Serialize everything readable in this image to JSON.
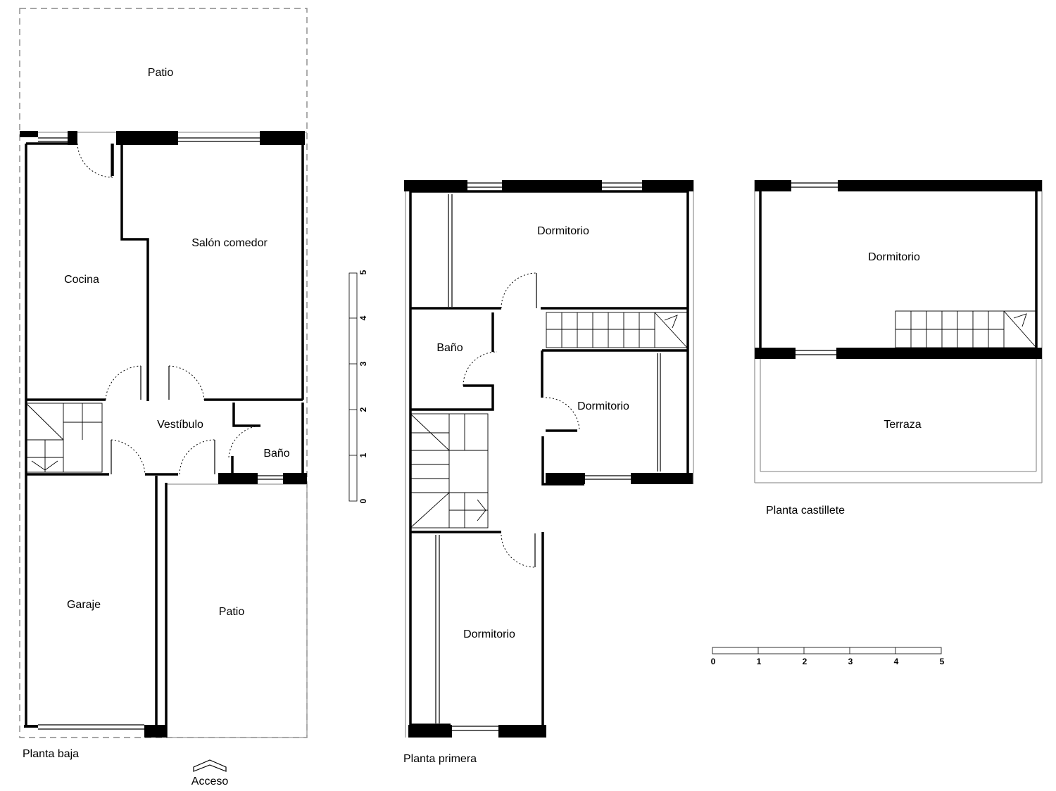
{
  "plans": {
    "ground": {
      "caption": "Planta baja",
      "rooms": {
        "patio_back": "Patio",
        "cocina": "Cocina",
        "salon": "Salón comedor",
        "vestibulo": "Vestíbulo",
        "bano": "Baño",
        "garaje": "Garaje",
        "patio_front": "Patio"
      },
      "access_label": "Acceso"
    },
    "first": {
      "caption": "Planta primera",
      "rooms": {
        "dorm_top": "Dormitorio",
        "bano": "Baño",
        "dorm_mid": "Dormitorio",
        "dorm_bottom": "Dormitorio"
      }
    },
    "roof": {
      "caption": "Planta castillete",
      "rooms": {
        "dormitorio": "Dormitorio",
        "terraza": "Terraza"
      }
    }
  },
  "scales": {
    "vertical_ticks": [
      "0",
      "1",
      "2",
      "3",
      "4",
      "5"
    ],
    "horizontal_ticks": [
      "0",
      "1",
      "2",
      "3",
      "4",
      "5"
    ]
  }
}
